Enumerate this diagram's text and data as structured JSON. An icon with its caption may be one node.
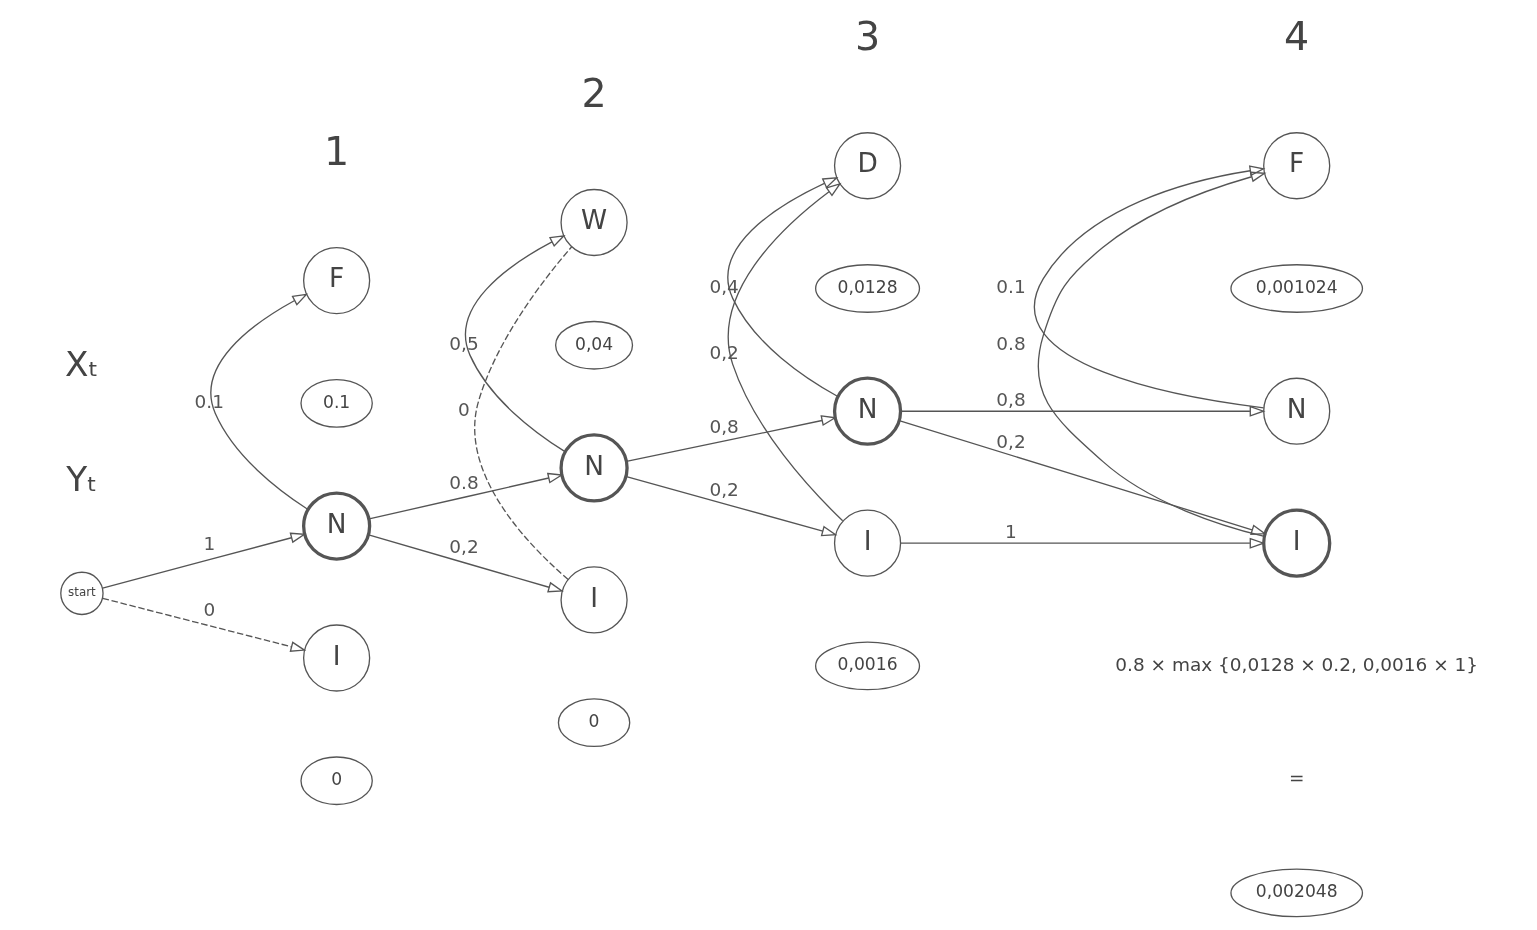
{
  "diagram": {
    "nodes": [
      {
        "text": [
          "start"
        ]
      },
      {
        "text": [
          "F"
        ]
      },
      {
        "text": [
          "N"
        ]
      },
      {
        "text": [
          "I"
        ]
      },
      {
        "text": [
          "W"
        ]
      },
      {
        "text": [
          "N"
        ]
      },
      {
        "text": [
          "I"
        ]
      },
      {
        "text": [
          "D"
        ]
      },
      {
        "text": [
          "N"
        ]
      },
      {
        "text": [
          "I"
        ]
      },
      {
        "text": [
          "F"
        ]
      },
      {
        "text": [
          "N"
        ]
      },
      {
        "text": [
          "I"
        ]
      },
      {
        "text": [
          "0.1"
        ]
      },
      {
        "text": [
          "0"
        ]
      },
      {
        "text": [
          "0,04"
        ]
      },
      {
        "text": [
          "0"
        ]
      },
      {
        "text": [
          "0,0128"
        ]
      },
      {
        "text": [
          "0,0016"
        ]
      },
      {
        "text": [
          "0,001024"
        ]
      },
      {
        "text": [
          "0,002048"
        ]
      }
    ],
    "edges": [
      {
        "from": 0,
        "to": 2,
        "arrow": "to",
        "label": "1"
      },
      {
        "from": 0,
        "to": 3,
        "arrow": "to",
        "label": "0",
        "style": "dashed"
      },
      {
        "from": 2,
        "to": 1,
        "arrow": "to",
        "label": "0.1"
      },
      {
        "from": 2,
        "to": 5,
        "arrow": "to",
        "label": "0.8"
      },
      {
        "from": 2,
        "to": 6,
        "arrow": "to",
        "label": "0,2"
      },
      {
        "from": 5,
        "to": 4,
        "arrow": "to",
        "label": "0,5"
      },
      {
        "from": 6,
        "to": 4,
        "arrow": "none",
        "label": "0",
        "style": "dashed"
      },
      {
        "from": 5,
        "to": 8,
        "arrow": "to",
        "label": "0,8"
      },
      {
        "from": 5,
        "to": 9,
        "arrow": "to",
        "label": "0,2"
      },
      {
        "from": 8,
        "to": 7,
        "arrow": "to",
        "label": "0,4"
      },
      {
        "from": 9,
        "to": 7,
        "arrow": "to",
        "label": "0,2"
      },
      {
        "from": 8,
        "to": 11,
        "arrow": "to",
        "label": "0,8"
      },
      {
        "from": 8,
        "to": 12,
        "arrow": "to",
        "label": "0,2"
      },
      {
        "from": 9,
        "to": 12,
        "arrow": "to",
        "label": "1"
      },
      {
        "from": 11,
        "to": 10,
        "arrow": "to",
        "label": "0.1"
      },
      {
        "from": 12,
        "to": 10,
        "arrow": "to",
        "label": "0.8"
      }
    ],
    "labels": [
      "1",
      "2",
      "3",
      "4",
      "Xₜ",
      "Yₜ",
      "0.8 × max {0,0128 × 0.2, 0,0016 × 1}",
      "="
    ]
  }
}
